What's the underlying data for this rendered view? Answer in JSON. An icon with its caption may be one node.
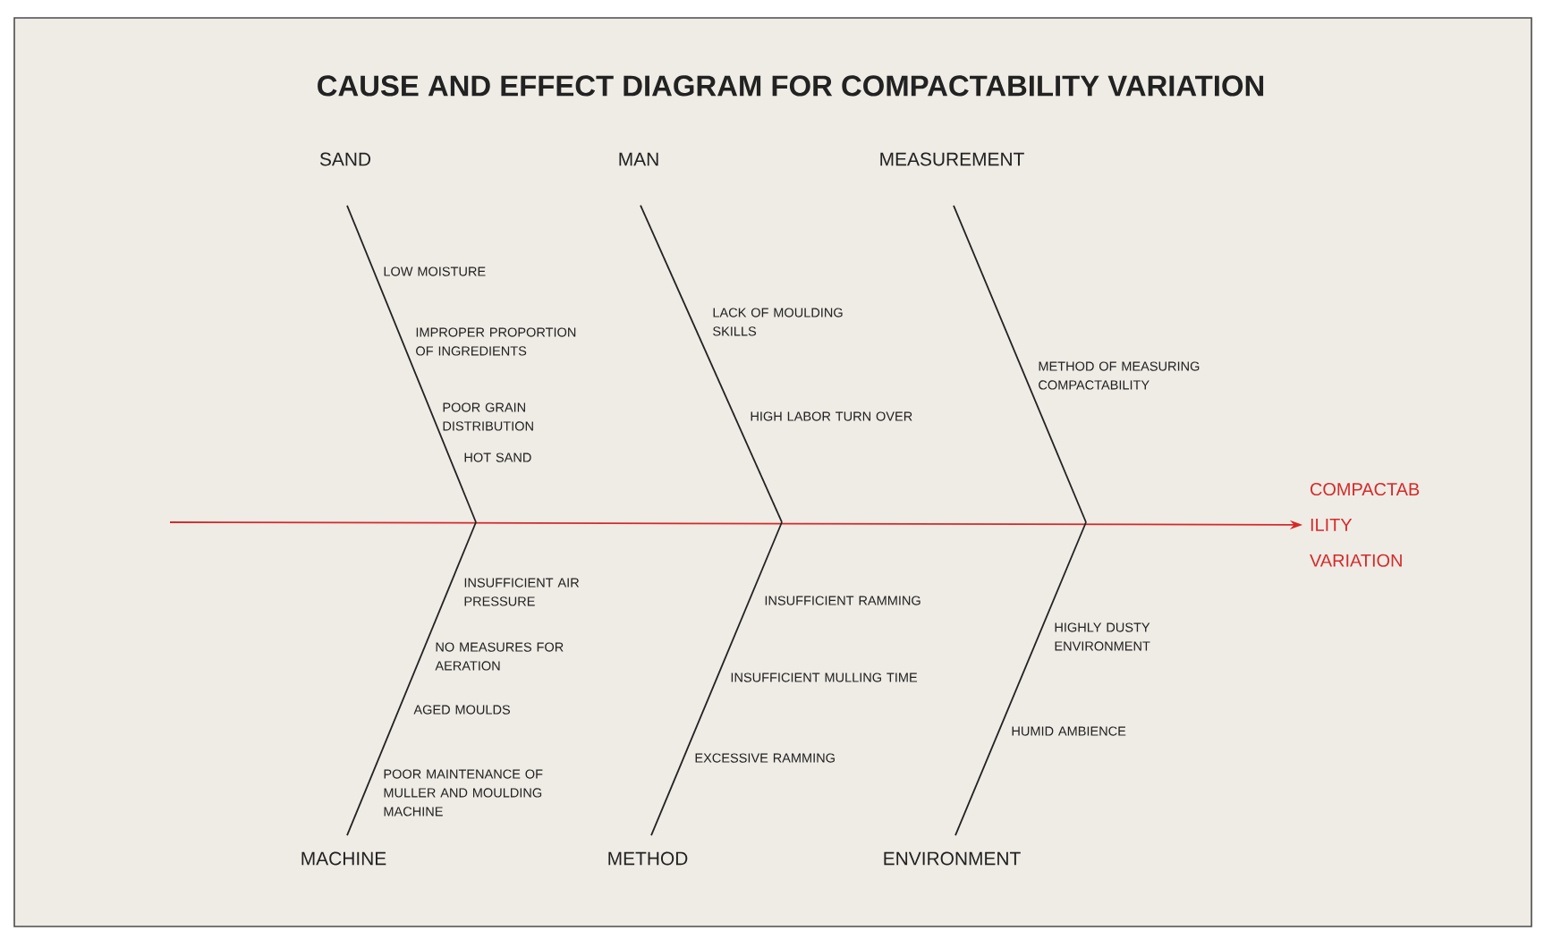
{
  "diagram": {
    "title": "CAUSE AND EFFECT DIAGRAM FOR COMPACTABILITY VARIATION",
    "nodes": [
      {
        "text": [
          "SAND"
        ]
      },
      {
        "text": [
          "MAN"
        ]
      },
      {
        "text": [
          "MEASUREMENT"
        ]
      },
      {
        "text": [
          "MACHINE"
        ]
      },
      {
        "text": [
          "METHOD"
        ]
      },
      {
        "text": [
          "ENVIRONMENT"
        ]
      },
      {
        "text": [
          "COMPACTAB ILITY VARIATION"
        ]
      }
    ],
    "edges": [
      {
        "from": null,
        "to": 6,
        "arrow": "to",
        "color": "#d42a2a"
      },
      {
        "from": 0,
        "to": null,
        "arrow": "none"
      },
      {
        "from": 1,
        "to": null,
        "arrow": "none"
      },
      {
        "from": 2,
        "to": null,
        "arrow": "none"
      },
      {
        "from": 3,
        "to": null,
        "arrow": "none"
      },
      {
        "from": 4,
        "to": null,
        "arrow": "none"
      },
      {
        "from": 5,
        "to": null,
        "arrow": "none"
      }
    ],
    "labels": [
      "LOW MOISTURE",
      "IMPROPER PROPORTION OF INGREDIENTS",
      "POOR GRAIN DISTRIBUTION",
      "HOT SAND",
      "LACK OF MOULDING SKILLS",
      "HIGH LABOR TURN OVER",
      "METHOD OF MEASURING COMPACTABILITY",
      "INSUFFICIENT AIR PRESSURE",
      "NO MEASURES FOR AERATION",
      "AGED MOULDS",
      "POOR MAINTENANCE OF MULLER AND MOULDING MACHINE",
      "INSUFFICIENT RAMMING",
      "INSUFFICIENT MULLING TIME",
      "EXCESSIVE RAMMING",
      "HIGHLY DUSTY ENVIRONMENT",
      "HUMID AMBIENCE"
    ]
  }
}
